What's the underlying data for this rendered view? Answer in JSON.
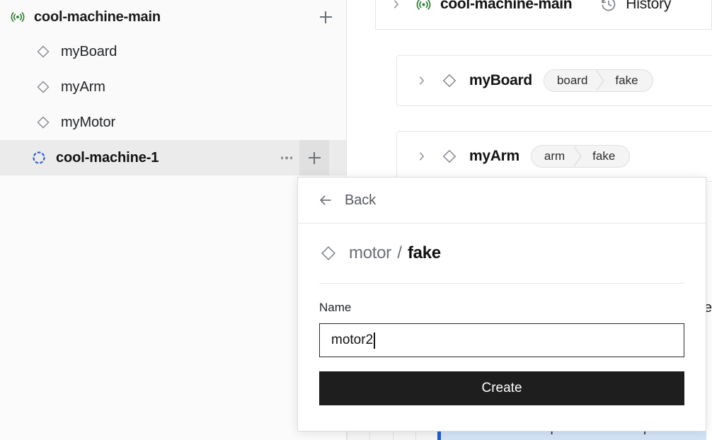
{
  "sidebar": {
    "root": {
      "label": "cool-machine-main",
      "icon": "broadcast-icon",
      "icon_color": "#2e7d32",
      "add_button": "add-part-button"
    },
    "items": [
      {
        "label": "myBoard",
        "icon": "diamond-icon"
      },
      {
        "label": "myArm",
        "icon": "diamond-icon"
      },
      {
        "label": "myMotor",
        "icon": "diamond-icon"
      }
    ],
    "machine": {
      "label": "cool-machine-1",
      "icon": "dashed-circle-icon",
      "icon_color": "#2f5fd0",
      "selected": true,
      "more_button": "more-options-button",
      "add_button": "add-button"
    }
  },
  "panel": {
    "header": {
      "title": "cool-machine-main",
      "history_label": "History"
    },
    "cards": [
      {
        "title": "myBoard",
        "chip_type": "board",
        "chip_model": "fake"
      },
      {
        "title": "myArm",
        "chip_type": "arm",
        "chip_model": "fake"
      }
    ]
  },
  "modal": {
    "back_label": "Back",
    "subject": {
      "type": "motor",
      "separator": "/",
      "model": "fake"
    },
    "name_label": "Name",
    "name_value": "motor2",
    "name_placeholder": "Name",
    "create_label": "Create"
  },
  "background": {
    "info_banner_text": "set up this machine part.",
    "info_banner_color": "#d4e4f7",
    "info_banner_accent": "#1f5fd0",
    "edge_letter": "e"
  },
  "colors": {
    "sidebar_bg": "#fafafa",
    "selected_row": "#ebebeb",
    "button_dark": "#1e1e1e",
    "border": "#e6e6e6"
  }
}
